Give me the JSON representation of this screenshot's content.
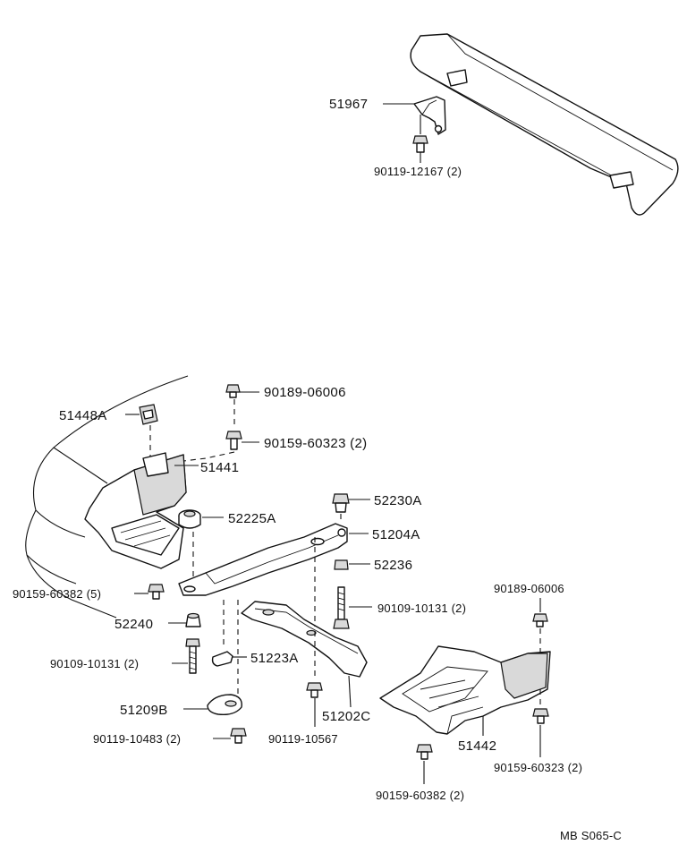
{
  "diagram": {
    "footer_code": "MB S065-C",
    "callouts": {
      "c51967": "51967",
      "c90119_12167": "90119-12167 (2)",
      "c90189_06006_a": "90189-06006",
      "c51448A": "51448A",
      "c90159_60323_a": "90159-60323 (2)",
      "c51441": "51441",
      "c52230A": "52230A",
      "c52225A": "52225A",
      "c51204A": "51204A",
      "c52236": "52236",
      "c90159_60382_a": "90159-60382 (5)",
      "c90109_10131_a": "90109-10131 (2)",
      "c90189_06006_b": "90189-06006",
      "c52240": "52240",
      "c90109_10131_b": "90109-10131 (2)",
      "c51223A": "51223A",
      "c51209B": "51209B",
      "c51202C": "51202C",
      "c51442": "51442",
      "c90119_10483": "90119-10483 (2)",
      "c90119_10567": "90119-10567",
      "c90159_60323_b": "90159-60323 (2)",
      "c90159_60382_b": "90159-60382 (2)"
    }
  }
}
